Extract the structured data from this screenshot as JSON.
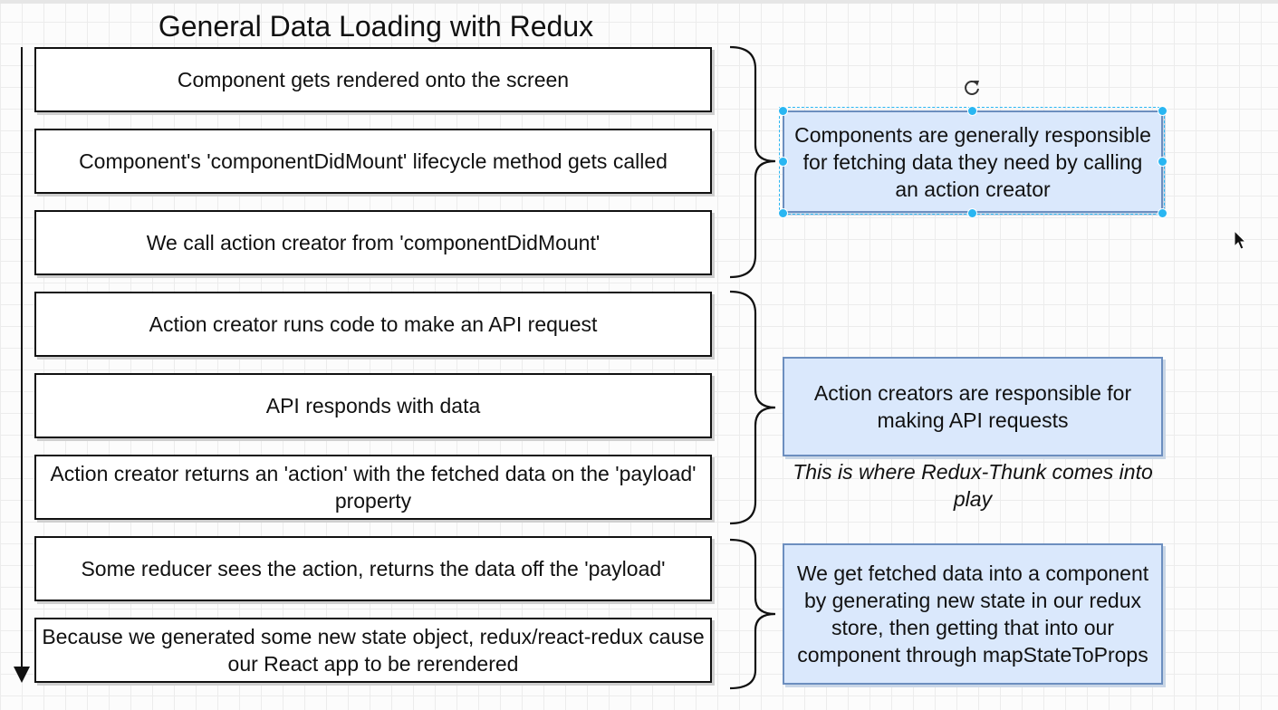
{
  "title": "General Data Loading with Redux",
  "steps": [
    "Component gets rendered onto the screen",
    "Component's 'componentDidMount' lifecycle method gets called",
    "We call action creator from 'componentDidMount'",
    "Action creator runs code to make an API request",
    "API responds with data",
    "Action creator returns an 'action' with the fetched data on the 'payload' property",
    "Some reducer sees the action, returns the data off the 'payload'",
    "Because we generated some new state object, redux/react-redux cause our React app to be rerendered"
  ],
  "notes": [
    "Components are generally responsible for fetching data they need by calling an action creator",
    "Action creators are responsible for making API requests",
    "We get fetched data into a component by generating new state in our redux store, then getting that into our component through mapStateToProps"
  ],
  "italic_note": "This is where Redux-Thunk comes into play",
  "icons": {
    "rotate": "rotate-handle-icon",
    "cursor": "mouse-cursor-icon"
  },
  "colors": {
    "note_fill": "#dae8fc",
    "note_border": "#6c8ebf",
    "selection": "#29b6f2"
  }
}
